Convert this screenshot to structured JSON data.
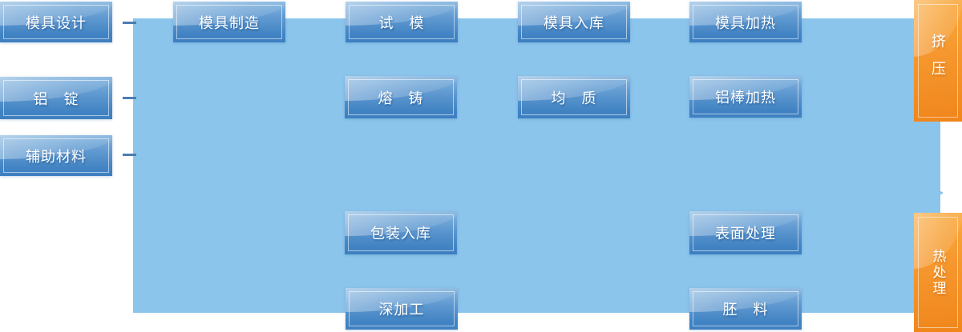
{
  "diagram": {
    "title_hint": "aluminum extrusion production process flow",
    "colors": {
      "panel_blue": "#8BC5EC",
      "node_blue_top": "#86B6DF",
      "node_blue_bottom": "#3E80C0",
      "node_orange_top": "#F9A93E",
      "node_orange_bottom": "#F0861C",
      "connector": "#4C7DB1",
      "label_text": "#FFFFFF"
    },
    "icons": {
      "flow_arrow": "right-arrowhead"
    },
    "nodes": [
      {
        "id": "mold-design",
        "label": "模具设计"
      },
      {
        "id": "mold-manufacturing",
        "label": "模具制造"
      },
      {
        "id": "trial-mold",
        "label": "试　模"
      },
      {
        "id": "mold-warehousing",
        "label": "模具入库"
      },
      {
        "id": "mold-heating",
        "label": "模具加热"
      },
      {
        "id": "aluminum-ingot",
        "label": "铝　锭"
      },
      {
        "id": "melting-casting",
        "label": "熔　铸"
      },
      {
        "id": "homogenizing",
        "label": "均　质"
      },
      {
        "id": "rod-heating",
        "label": "铝棒加热"
      },
      {
        "id": "auxiliary-materials",
        "label": "辅助材料"
      },
      {
        "id": "packaging-warehousing",
        "label": "包装入库"
      },
      {
        "id": "surface-treatment",
        "label": "表面处理"
      },
      {
        "id": "deep-processing",
        "label": "深加工"
      },
      {
        "id": "blank-material",
        "label": "胚　料"
      }
    ],
    "stages": [
      {
        "id": "extrusion",
        "label": "挤压"
      },
      {
        "id": "heat-treatment",
        "label": "热处理"
      }
    ],
    "connectors": [
      {
        "from": "mold-design"
      },
      {
        "from": "aluminum-ingot"
      },
      {
        "from": "auxiliary-materials"
      }
    ]
  }
}
